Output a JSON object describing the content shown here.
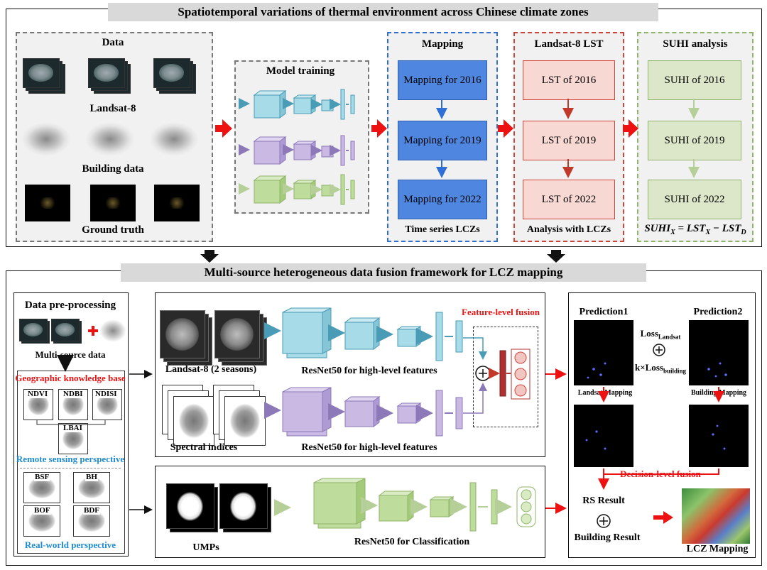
{
  "top": {
    "title": "Spatiotemporal variations of thermal environment across Chinese climate zones",
    "data_panel": {
      "title": "Data",
      "landsat_label": "Landsat-8",
      "building_label": "Building data",
      "gt_label": "Ground truth"
    },
    "model_training": {
      "title": "Model training"
    },
    "mapping": {
      "title": "Mapping",
      "boxes": [
        "Mapping for 2016",
        "Mapping for 2019",
        "Mapping for 2022"
      ],
      "footer": "Time series LCZs"
    },
    "lst": {
      "title": "Landsat-8 LST",
      "boxes": [
        "LST of 2016",
        "LST of 2019",
        "LST of 2022"
      ],
      "footer": "Analysis with LCZs"
    },
    "suhi": {
      "title": "SUHI analysis",
      "boxes": [
        "SUHI of 2016",
        "SUHI of 2019",
        "SUHI of 2022"
      ],
      "formula_main": "SUHI",
      "formula_sub_x": "X",
      "formula_eq": " = LST",
      "formula_sub_x2": "X",
      "formula_minus": " − LST",
      "formula_sub_d": "D"
    }
  },
  "bottom": {
    "title": "Multi-source heterogeneous data fusion framework for LCZ mapping",
    "preprocessing": {
      "title": "Data pre-processing",
      "multi_source": "Multi-source data",
      "geo_kb": "Geographic knowledge base",
      "indices": [
        "NDVI",
        "NDBI",
        "NDISI",
        "LBAI"
      ],
      "rs_perspective": "Remote sensing perspective",
      "rw_indices": [
        "BSF",
        "BH",
        "BOF",
        "BDF"
      ],
      "rw_perspective": "Real-world perspective"
    },
    "branch1": {
      "landsat_label": "Landsat-8 (2 seasons)",
      "resnet_label": "ResNet50 for high-level features",
      "fusion_label": "Feature-level fusion"
    },
    "branch2": {
      "spectral_label": "Spectral indices",
      "resnet_label": "ResNet50 for high-level features"
    },
    "branch3": {
      "ump_label": "UMPs",
      "resnet_label": "ResNet50 for Classification"
    },
    "right": {
      "pred1": "Prediction1",
      "pred2": "Prediction2",
      "loss_main": "Loss",
      "loss_sub": "Landsat",
      "loss2_main": "k×Loss",
      "loss2_sub": "building",
      "landsat_mapping": "Landsat   Mapping",
      "building_mapping": "Building   Mapping",
      "decision_fusion": "Decision-level fusion",
      "rs_result": "RS Result",
      "building_result": "Building Result",
      "lcz_mapping": "LCZ Mapping"
    }
  },
  "colors": {
    "blue": "#2f6fd6",
    "red": "#d0453a",
    "green": "#8fb46a",
    "arrow_red": "#ee1111",
    "cube_blue": "#a8dbe8",
    "cube_purple": "#c9b9e3",
    "cube_green": "#bedc9c"
  }
}
